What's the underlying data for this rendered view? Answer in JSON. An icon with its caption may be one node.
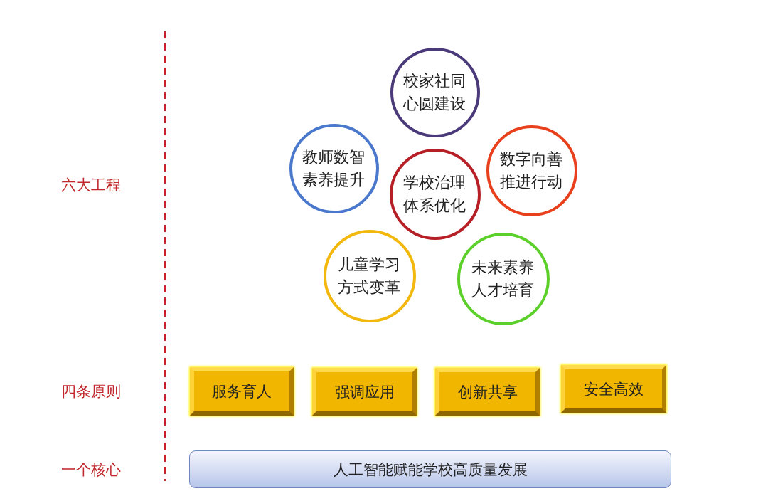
{
  "diagram": {
    "nodes": [
      {
        "text": [
          "校家社同心圆建设"
        ]
      },
      {
        "text": [
          "教师数智素养提升"
        ]
      },
      {
        "text": [
          "学校治理体系优化"
        ]
      },
      {
        "text": [
          "数字向善推进行动"
        ]
      },
      {
        "text": [
          "儿童学习方式变革"
        ]
      },
      {
        "text": [
          "未来素养人才培育"
        ]
      },
      {
        "text": [
          "服务育人"
        ]
      },
      {
        "text": [
          "强调应用"
        ]
      },
      {
        "text": [
          "创新共享"
        ]
      },
      {
        "text": [
          "安全高效"
        ]
      },
      {
        "text": [
          "人工智能赋能学校高质量发展"
        ]
      }
    ],
    "labels": [
      "六大工程",
      "四条原则",
      "一个核心"
    ]
  }
}
